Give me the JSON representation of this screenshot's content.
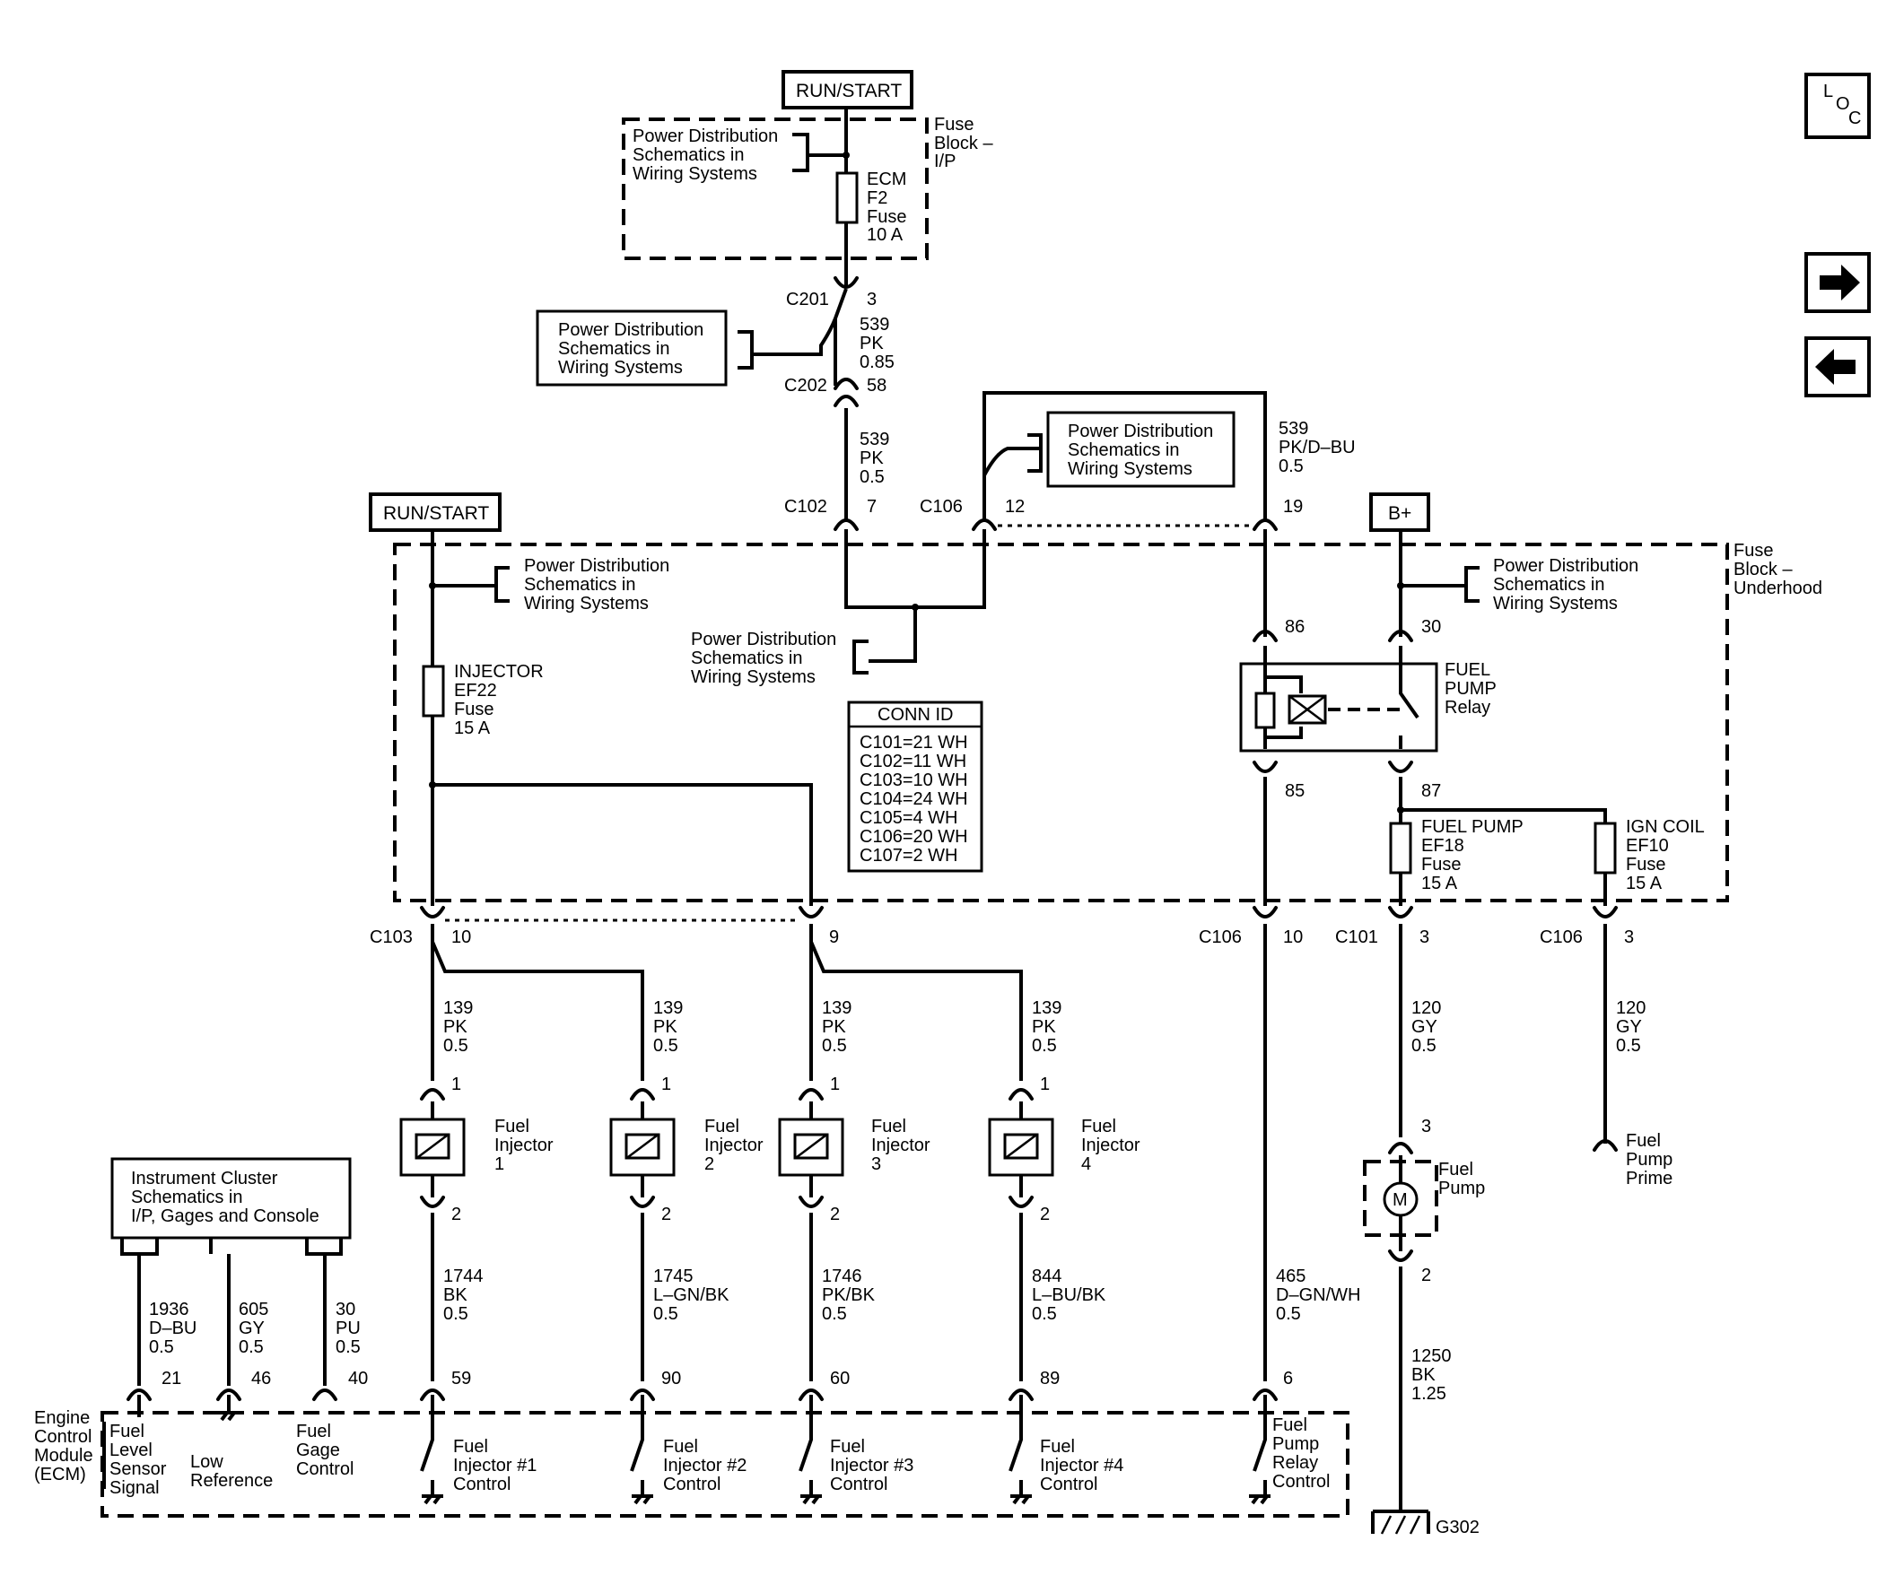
{
  "supplies": {
    "run_start_top": "RUN/START",
    "run_start_left": "RUN/START",
    "b_plus": "B+"
  },
  "nav": {
    "loc": [
      "L",
      "O",
      "C"
    ]
  },
  "fuse_block_ip": [
    "Fuse",
    "Block –",
    "I/P"
  ],
  "fuse_block_underhood": [
    "Fuse",
    "Block –",
    "Underhood"
  ],
  "pds": [
    "Power Distribution",
    "Schematics in",
    "Wiring Systems"
  ],
  "fuses": {
    "ecm": [
      "ECM",
      "F2",
      "Fuse",
      "10 A"
    ],
    "injector": [
      "INJECTOR",
      "EF22",
      "Fuse",
      "15 A"
    ],
    "fuel_pump": [
      "FUEL PUMP",
      "EF18",
      "Fuse",
      "15 A"
    ],
    "ign_coil": [
      "IGN COIL",
      "EF10",
      "Fuse",
      "15 A"
    ]
  },
  "connectors": {
    "c201": "C201",
    "c201_pin": "3",
    "c202": "C202",
    "c202_pin": "58",
    "c102": "C102",
    "c102_pin": "7",
    "c106a": "C106",
    "c106a_pin": "12",
    "c106b_pin": "19",
    "c103": "C103",
    "c103_pin_a": "10",
    "c103_pin_b": "9",
    "c106c": "C106",
    "c106c_pin": "10",
    "c101": "C101",
    "c101_pin": "3",
    "c106d": "C106",
    "c106d_pin": "3"
  },
  "wires": {
    "w539_1": [
      "539",
      "PK",
      "0.85"
    ],
    "w539_2": [
      "539",
      "PK",
      "0.5"
    ],
    "w539_3": [
      "539",
      "PK/D–BU",
      "0.5"
    ],
    "w139": [
      "139",
      "PK",
      "0.5"
    ],
    "w120": [
      "120",
      "GY",
      "0.5"
    ],
    "w1744": [
      "1744",
      "BK",
      "0.5"
    ],
    "w1745": [
      "1745",
      "L–GN/BK",
      "0.5"
    ],
    "w1746": [
      "1746",
      "PK/BK",
      "0.5"
    ],
    "w844": [
      "844",
      "L–BU/BK",
      "0.5"
    ],
    "w465": [
      "465",
      "D–GN/WH",
      "0.5"
    ],
    "w1250": [
      "1250",
      "BK",
      "1.25"
    ],
    "w1936": [
      "1936",
      "D–BU",
      "0.5"
    ],
    "w605": [
      "605",
      "GY",
      "0.5"
    ],
    "w30": [
      "30",
      "PU",
      "0.5"
    ]
  },
  "relay": {
    "label": [
      "FUEL",
      "PUMP",
      "Relay"
    ],
    "pin86": "86",
    "pin85": "85",
    "pin30": "30",
    "pin87": "87"
  },
  "conn_id": {
    "title": "CONN ID",
    "rows": [
      "C101=21 WH",
      "C102=11 WH",
      "C103=10 WH",
      "C104=24 WH",
      "C105=4 WH",
      "C106=20 WH",
      "C107=2 WH"
    ]
  },
  "injectors": [
    {
      "name": [
        "Fuel",
        "Injector",
        "1"
      ],
      "pin_top": "1",
      "pin_bot": "2",
      "ecm_pin": "59",
      "ecm_label": [
        "Fuel",
        "Injector #1",
        "Control"
      ]
    },
    {
      "name": [
        "Fuel",
        "Injector",
        "2"
      ],
      "pin_top": "1",
      "pin_bot": "2",
      "ecm_pin": "90",
      "ecm_label": [
        "Fuel",
        "Injector #2",
        "Control"
      ]
    },
    {
      "name": [
        "Fuel",
        "Injector",
        "3"
      ],
      "pin_top": "1",
      "pin_bot": "2",
      "ecm_pin": "60",
      "ecm_label": [
        "Fuel",
        "Injector #3",
        "Control"
      ]
    },
    {
      "name": [
        "Fuel",
        "Injector",
        "4"
      ],
      "pin_top": "1",
      "pin_bot": "2",
      "ecm_pin": "89",
      "ecm_label": [
        "Fuel",
        "Injector #4",
        "Control"
      ]
    }
  ],
  "fuel_pump": {
    "label": [
      "Fuel",
      "Pump"
    ],
    "motor": "M",
    "pin_top": "3",
    "pin_bot": "2"
  },
  "fuel_pump_prime": [
    "Fuel",
    "Pump",
    "Prime"
  ],
  "ground": "G302",
  "ecm": {
    "label": [
      "Engine",
      "Control",
      "Module",
      "(ECM)"
    ],
    "pump_pin": "6",
    "pump_label": [
      "Fuel",
      "Pump",
      "Relay",
      "Control"
    ],
    "fuel_level_pin": "21",
    "fuel_level_label": [
      "Fuel",
      "Level",
      "Sensor",
      "Signal"
    ],
    "low_ref_pin": "46",
    "low_ref_label": [
      "Low",
      "Reference"
    ],
    "gage_pin": "40",
    "gage_label": [
      "Fuel",
      "Gage",
      "Control"
    ]
  },
  "instrument_cluster": [
    "Instrument Cluster",
    "Schematics in",
    "I/P, Gages and Console"
  ]
}
